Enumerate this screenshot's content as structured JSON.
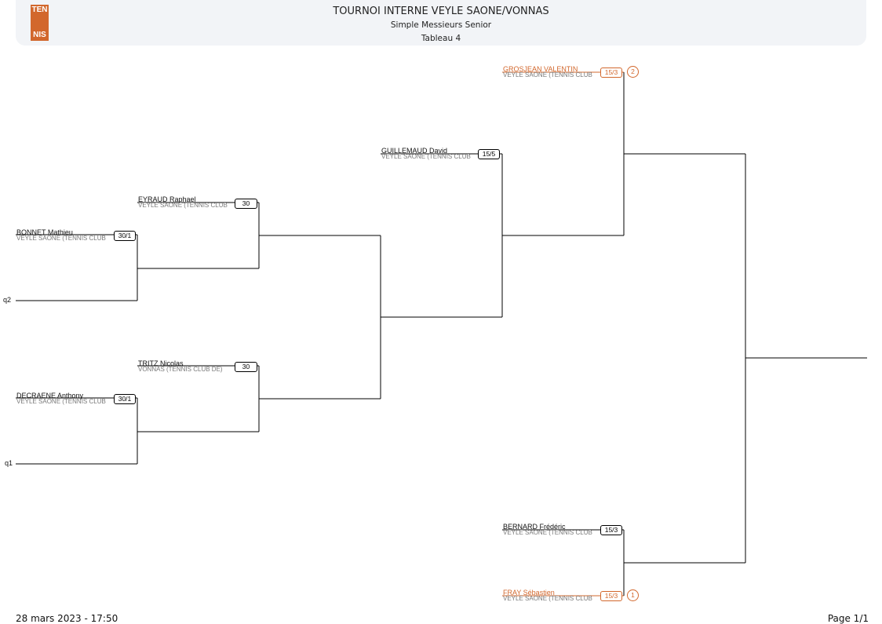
{
  "header": {
    "logo_top": "TEN",
    "logo_bottom": "NIS",
    "title": "TOURNOI INTERNE VEYLE SAONE/VONNAS",
    "subtitle": "Simple Messieurs Senior",
    "tableau": "Tableau 4"
  },
  "qualifiers": [
    "q2",
    "q1"
  ],
  "players": [
    {
      "name": "GROSJEAN VALENTIN",
      "club": "VEYLE SAONE (TENNIS CLUB",
      "rank": "15/3",
      "seed": "2"
    },
    {
      "name": "GUILLEMAUD David",
      "club": "VEYLE SAONE (TENNIS CLUB",
      "rank": "15/5"
    },
    {
      "name": "EYRAUD Raphael",
      "club": "VEYLE SAONE (TENNIS CLUB",
      "rank": "30"
    },
    {
      "name": "BONNET Mathieu",
      "club": "VEYLE SAONE (TENNIS CLUB",
      "rank": "30/1"
    },
    {
      "name": "TRITZ Nicolas",
      "club": "VONNAS (TENNIS CLUB DE)",
      "rank": "30"
    },
    {
      "name": "DECRAENE Anthony",
      "club": "VEYLE SAONE (TENNIS CLUB",
      "rank": "30/1"
    },
    {
      "name": "BERNARD Frédéric",
      "club": "VEYLE SAONE (TENNIS CLUB",
      "rank": "15/3"
    },
    {
      "name": "FRAY Sébastien",
      "club": "VEYLE SAONE (TENNIS CLUB",
      "rank": "15/3",
      "seed": "1"
    }
  ],
  "footer": {
    "date": "28 mars 2023 - 17:50",
    "page": "Page 1/1"
  },
  "colors": {
    "accent": "#d2672c",
    "header_bg": "#f2f4f7"
  }
}
